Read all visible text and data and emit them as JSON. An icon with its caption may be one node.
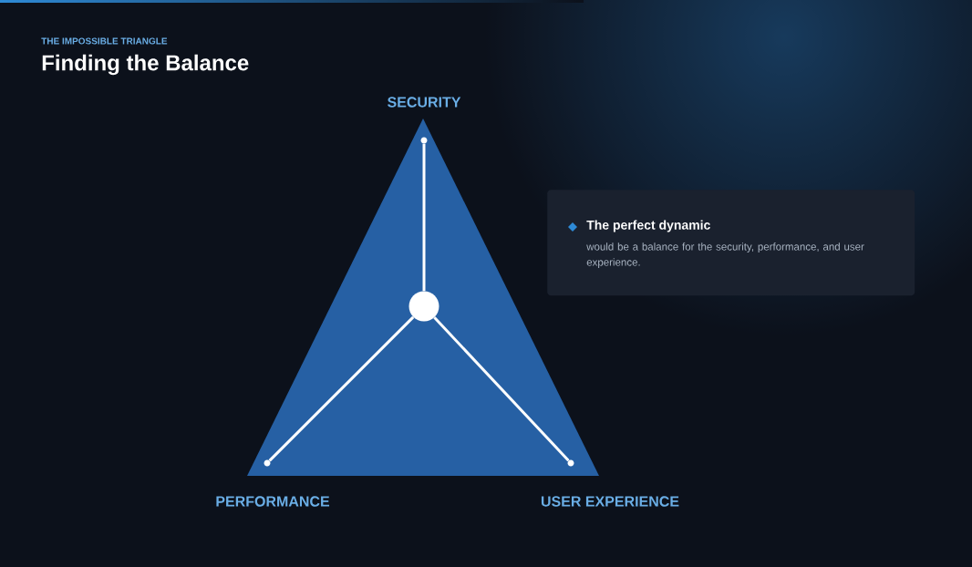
{
  "diagram": {
    "title": "Finding the Balance",
    "nodes": [
      {
        "text": [
          "SECURITY"
        ]
      },
      {
        "text": [],
        "shape": "circle"
      },
      {
        "text": [],
        "shape": "circle"
      },
      {
        "text": [],
        "shape": "circle"
      },
      {
        "text": [],
        "shape": "circle"
      },
      {
        "text": [
          "PERFORMANCE"
        ]
      },
      {
        "text": [
          "USER EXPERIENCE"
        ]
      },
      {
        "text": [
          "The perfect dynamic",
          "would be a balance for the security, performance, and user experience."
        ]
      }
    ],
    "edges": [
      {
        "from": 2,
        "to": 1,
        "arrow": "none"
      },
      {
        "from": 2,
        "to": 3,
        "arrow": "none"
      },
      {
        "from": 2,
        "to": 4,
        "arrow": "none"
      }
    ],
    "labels": [
      "THE IMPOSSIBLE TRIANGLE"
    ]
  }
}
